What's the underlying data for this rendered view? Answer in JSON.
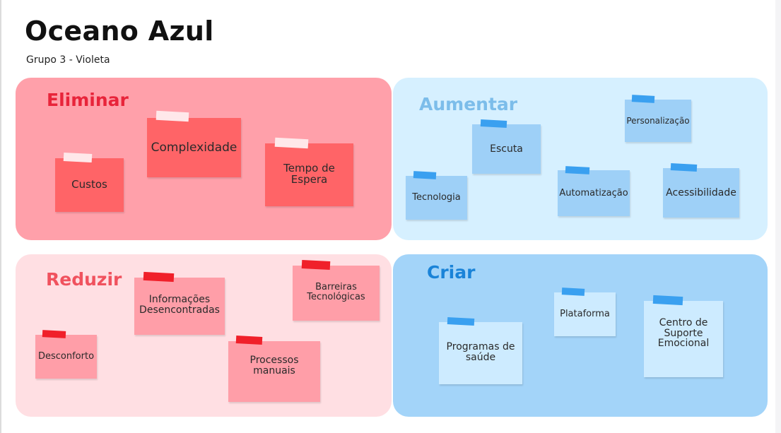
{
  "board": {
    "title": "Oceano Azul",
    "subtitle": "Grupo 3 - Violeta"
  },
  "colors": {
    "eliminar_bg": "#ffa0aa",
    "eliminar_note": "#ff6467",
    "eliminar_title": "#e8243a",
    "aumentar_bg": "#d6f0ff",
    "aumentar_note": "#9ed0f7",
    "aumentar_title": "#7cbdea",
    "reduzir_bg": "#ffdfe3",
    "reduzir_note": "#ff9ea8",
    "reduzir_title": "#f0525e",
    "criar_bg": "#a3d4f9",
    "criar_note": "#cdebff",
    "criar_title": "#1a83d8"
  },
  "quadrants": {
    "eliminar": {
      "title": "Eliminar",
      "notes": [
        "Custos",
        "Complexidade",
        "Tempo de Espera"
      ]
    },
    "aumentar": {
      "title": "Aumentar",
      "notes": [
        "Tecnologia",
        "Escuta",
        "Automatização",
        "Personalização",
        "Acessibilidade"
      ]
    },
    "reduzir": {
      "title": "Reduzir",
      "notes": [
        "Desconforto",
        "Informações Desencontradas",
        "Processos manuais",
        "Barreiras Tecnológicas"
      ]
    },
    "criar": {
      "title": "Criar",
      "notes": [
        "Programas de saúde",
        "Plataforma",
        "Centro de Suporte Emocional"
      ]
    }
  }
}
